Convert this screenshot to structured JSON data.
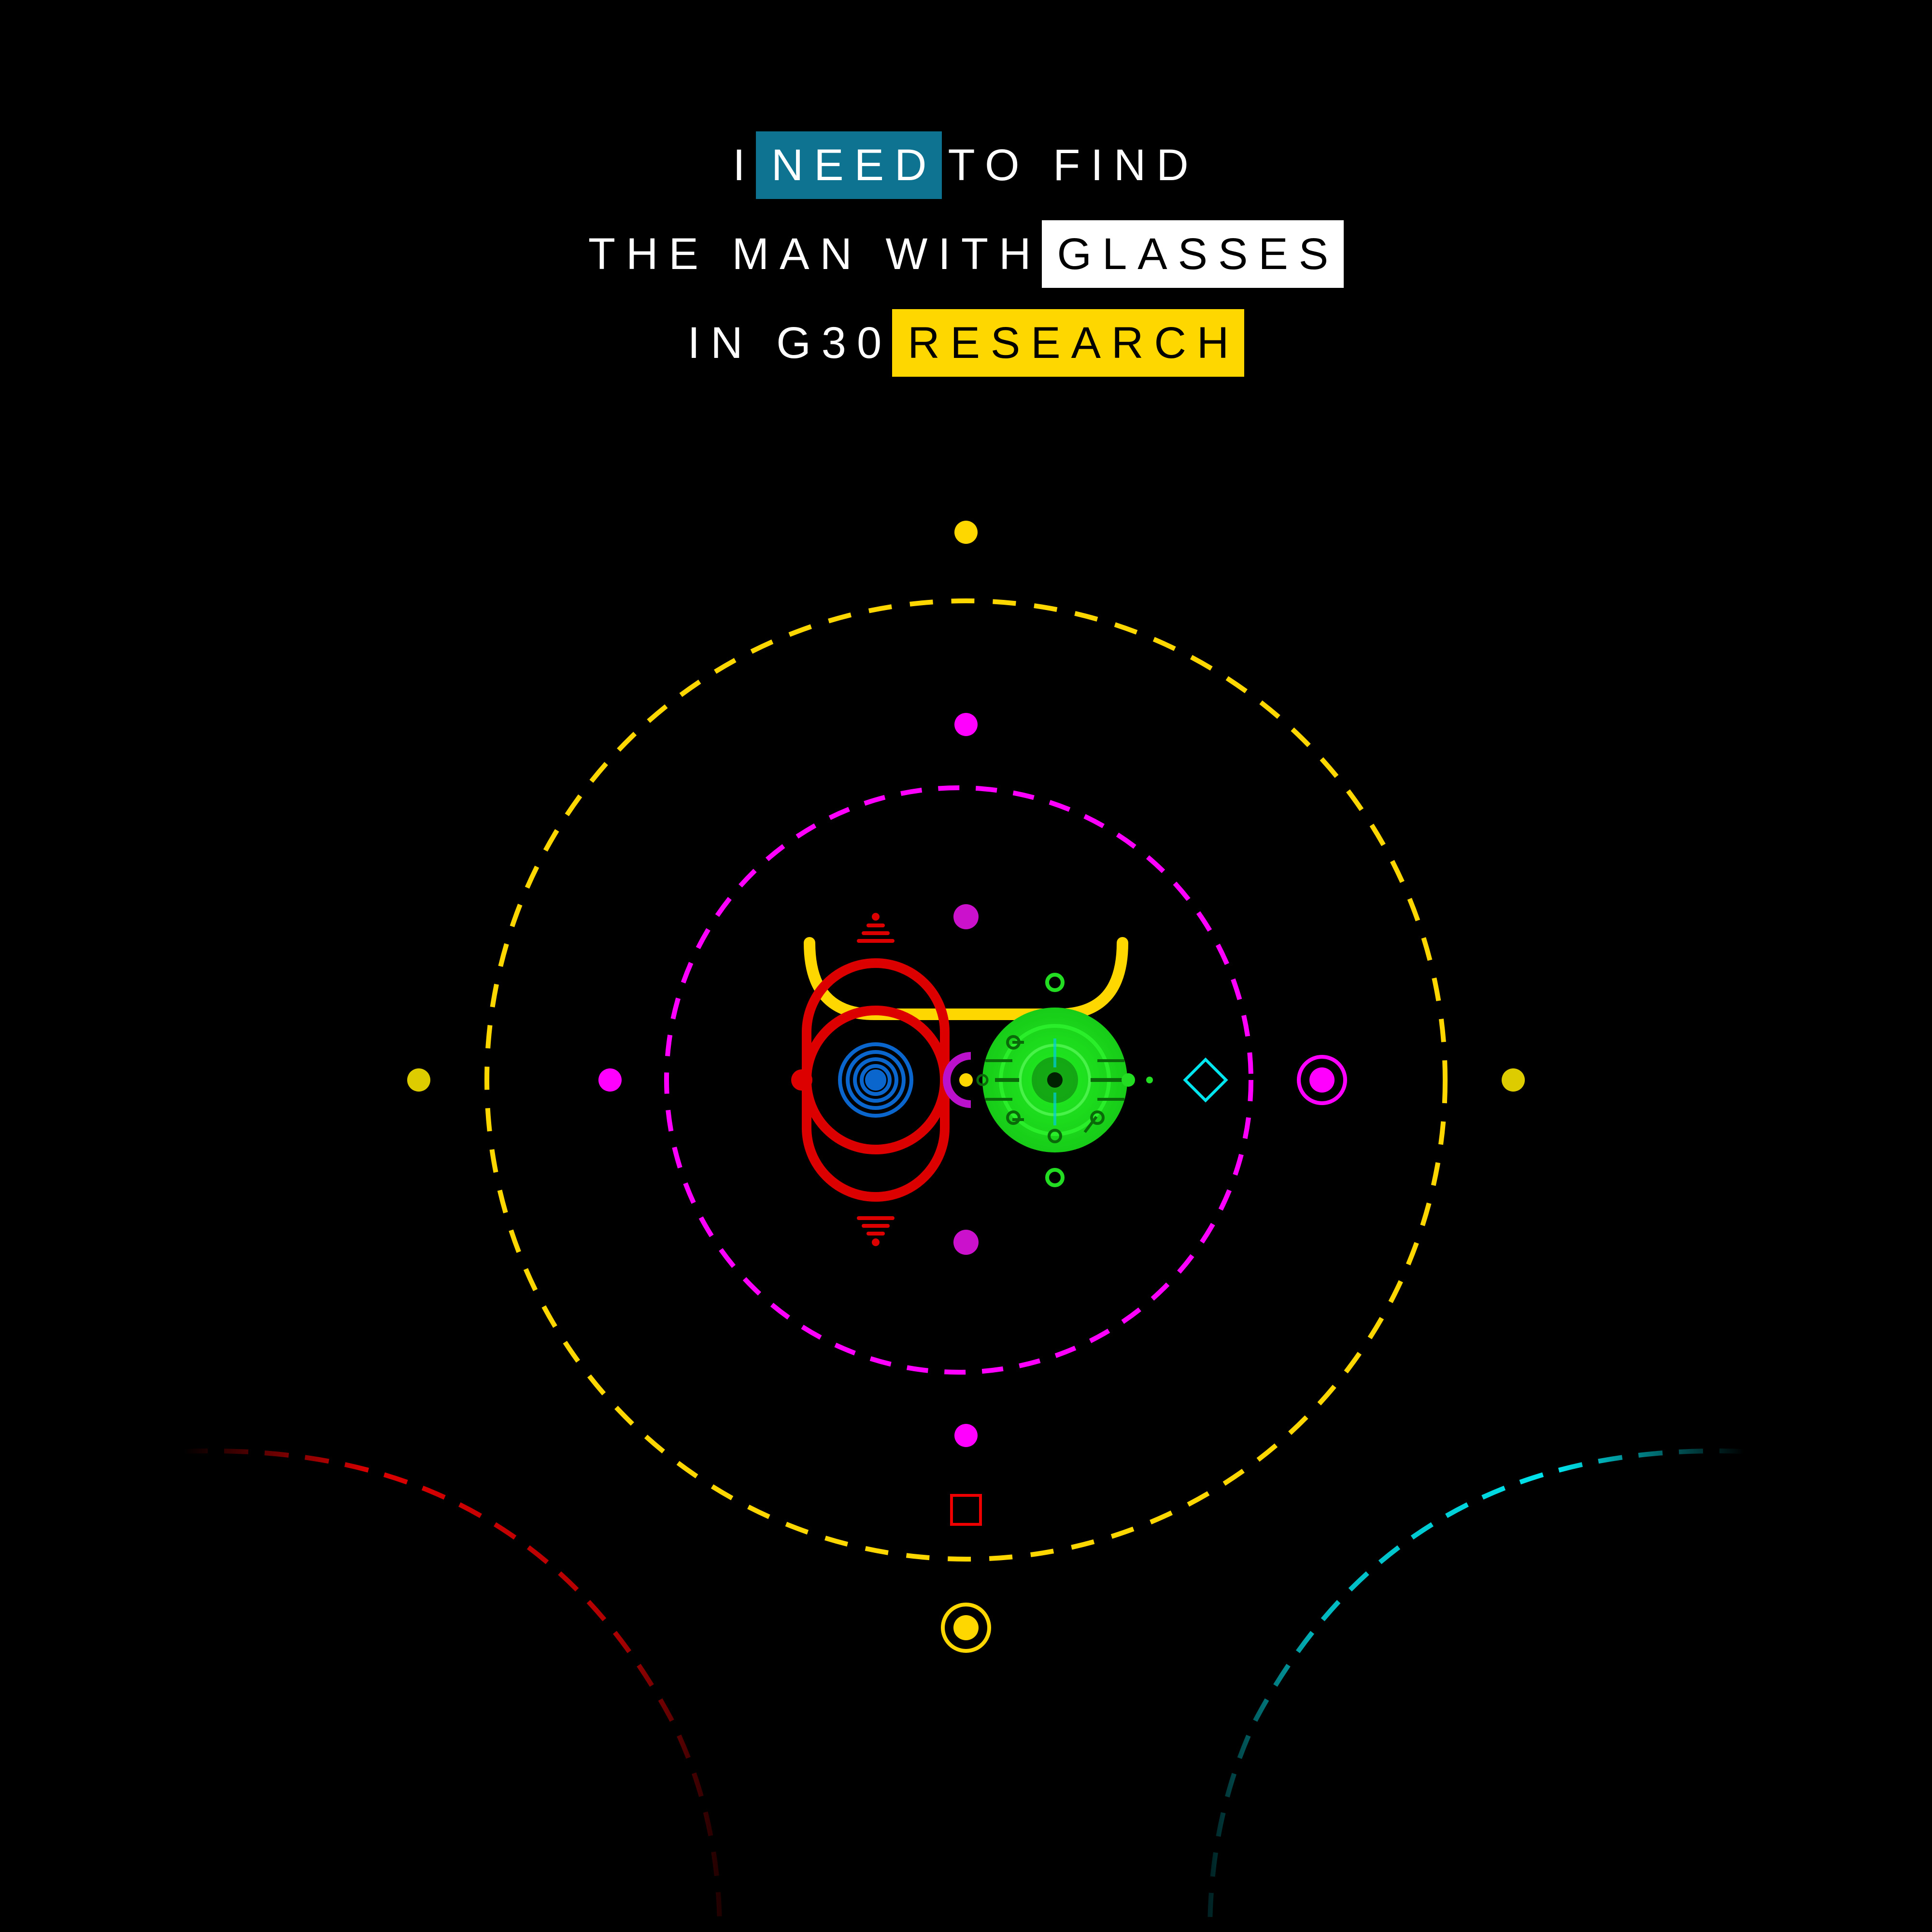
{
  "headline": {
    "line1": {
      "before": "I",
      "highlight": "NEED",
      "after": "TO FIND"
    },
    "line2": {
      "before": "THE MAN WITH",
      "highlight": "GLASSES",
      "after": ""
    },
    "line3": {
      "before": "IN G30",
      "highlight": "RESEARCH",
      "after": ""
    }
  },
  "colors": {
    "background": "#000000",
    "highlight_need": "#0d7391",
    "highlight_glasses": "#ffffff",
    "highlight_research": "#ffd700",
    "yellow": "#ffd700",
    "magenta": "#ff00ff",
    "red": "#dd0000",
    "blue": "#0066cc",
    "green": "#22dd22",
    "cyan": "#00e5ee"
  },
  "emblem": {
    "icons": [
      "outer-ring",
      "inner-ring",
      "red-eye-glyph",
      "blue-spiral-icon",
      "green-eye-glyph",
      "yellow-brow",
      "cyan-diamond-icon",
      "red-square-icon",
      "target-dot-icon"
    ]
  }
}
